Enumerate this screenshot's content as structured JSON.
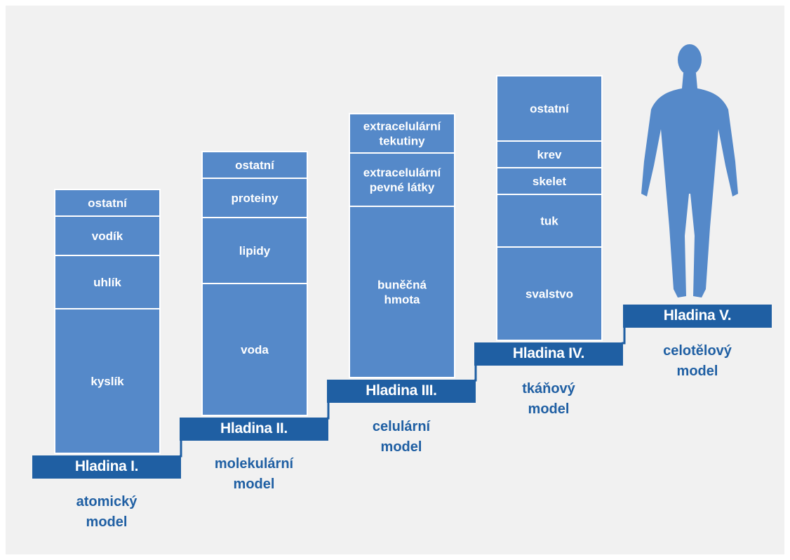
{
  "colors": {
    "background": "#f1f1f1",
    "segment": "#5589c9",
    "segment_divider": "#ffffff",
    "step_dark": "#1f5fa3",
    "model_text": "#1f5fa3",
    "human": "#5589c9"
  },
  "levels": [
    {
      "label": "Hladina I.",
      "model": [
        "atomický",
        "model"
      ],
      "segments": [
        {
          "lines": [
            "ostatní"
          ]
        },
        {
          "lines": [
            "vodík"
          ]
        },
        {
          "lines": [
            "uhlík"
          ]
        },
        {
          "lines": [
            "kyslík"
          ]
        }
      ]
    },
    {
      "label": "Hladina II.",
      "model": [
        "molekulární",
        "model"
      ],
      "segments": [
        {
          "lines": [
            "ostatní"
          ]
        },
        {
          "lines": [
            "proteiny"
          ]
        },
        {
          "lines": [
            "lipidy"
          ]
        },
        {
          "lines": [
            "voda"
          ]
        }
      ]
    },
    {
      "label": "Hladina III.",
      "model": [
        "celulární",
        "model"
      ],
      "segments": [
        {
          "lines": [
            "extracelulární",
            "tekutiny"
          ]
        },
        {
          "lines": [
            "extracelulární",
            "pevné látky"
          ]
        },
        {
          "lines": [
            "buněčná",
            "hmota"
          ]
        }
      ]
    },
    {
      "label": "Hladina IV.",
      "model": [
        "tkáňový",
        "model"
      ],
      "segments": [
        {
          "lines": [
            "ostatní"
          ]
        },
        {
          "lines": [
            "krev"
          ]
        },
        {
          "lines": [
            "skelet"
          ]
        },
        {
          "lines": [
            "tuk"
          ]
        },
        {
          "lines": [
            "svalstvo"
          ]
        }
      ]
    },
    {
      "label": "Hladina V.",
      "model": [
        "celotělový",
        "model"
      ],
      "figure_icon": "human-silhouette-icon"
    }
  ]
}
